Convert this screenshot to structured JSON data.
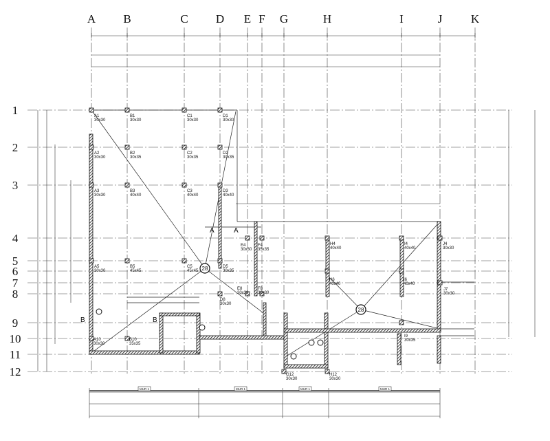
{
  "drawing": {
    "column_axes": [
      "A",
      "B",
      "C",
      "D",
      "E",
      "F",
      "G",
      "H",
      "I",
      "J",
      "K"
    ],
    "row_axes": [
      "1",
      "2",
      "3",
      "4",
      "5",
      "6",
      "7",
      "8",
      "9",
      "10",
      "11",
      "12"
    ],
    "columns": [
      {
        "id": "A1",
        "size": "30x30"
      },
      {
        "id": "B1",
        "size": "30x30"
      },
      {
        "id": "C1",
        "size": "30x30"
      },
      {
        "id": "D1",
        "size": "30x30"
      },
      {
        "id": "A2",
        "size": "30x30"
      },
      {
        "id": "B2",
        "size": "30x35"
      },
      {
        "id": "C2",
        "size": "30x35"
      },
      {
        "id": "D2",
        "size": "30x35"
      },
      {
        "id": "A3",
        "size": "30x30"
      },
      {
        "id": "B3",
        "size": "40x40"
      },
      {
        "id": "C3",
        "size": "40x40"
      },
      {
        "id": "D3",
        "size": "40x40"
      },
      {
        "id": "E4",
        "size": "30x30"
      },
      {
        "id": "F4",
        "size": "35x35"
      },
      {
        "id": "H4",
        "size": "40x40"
      },
      {
        "id": "I4",
        "size": "40x40"
      },
      {
        "id": "J4",
        "size": "30x30"
      },
      {
        "id": "A5",
        "size": "30x30"
      },
      {
        "id": "B5",
        "size": "45x45"
      },
      {
        "id": "C5",
        "size": "45x45"
      },
      {
        "id": "D5",
        "size": "30x35"
      },
      {
        "id": "H6",
        "size": "40x40"
      },
      {
        "id": "I6",
        "size": "40x40"
      },
      {
        "id": "J7",
        "size": "30x30"
      },
      {
        "id": "E8",
        "size": "30x30"
      },
      {
        "id": "F8",
        "size": "30x30"
      },
      {
        "id": "D8",
        "size": "30x30"
      },
      {
        "id": "I9",
        "size": "30x35"
      },
      {
        "id": "A10",
        "size": "30x30"
      },
      {
        "id": "B10",
        "size": "35x35"
      },
      {
        "id": "G12",
        "size": "30x30"
      },
      {
        "id": "H12",
        "size": "30x30"
      }
    ],
    "callouts": [
      "28",
      "28"
    ],
    "section_marks": [
      "A",
      "A",
      "B",
      "B"
    ],
    "wall_labels": [
      "MUR 1",
      "MUR 1",
      "MUR 1",
      "MUR 1"
    ],
    "colors": {
      "line": "#111111",
      "background": "#ffffff"
    }
  }
}
